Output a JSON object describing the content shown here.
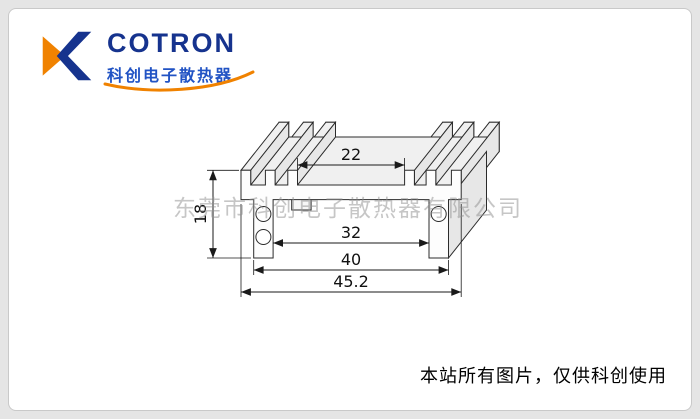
{
  "colors": {
    "brand-blue": "#16338e",
    "subtitle-blue": "#2153c4",
    "accent-orange": "#f08200",
    "watermark-gray": "#8f8f8f"
  },
  "logo": {
    "brand": "COTRON",
    "subtitle": "科创电子散热器"
  },
  "drawing": {
    "dimensions": {
      "channel_width": "22",
      "height": "18",
      "inner_width": "32",
      "leg_span": "40",
      "overall_width": "45.2"
    },
    "watermark": "东莞市科创电子散热器有限公司"
  },
  "footer": {
    "notice": "本站所有图片，仅供科创使用"
  }
}
